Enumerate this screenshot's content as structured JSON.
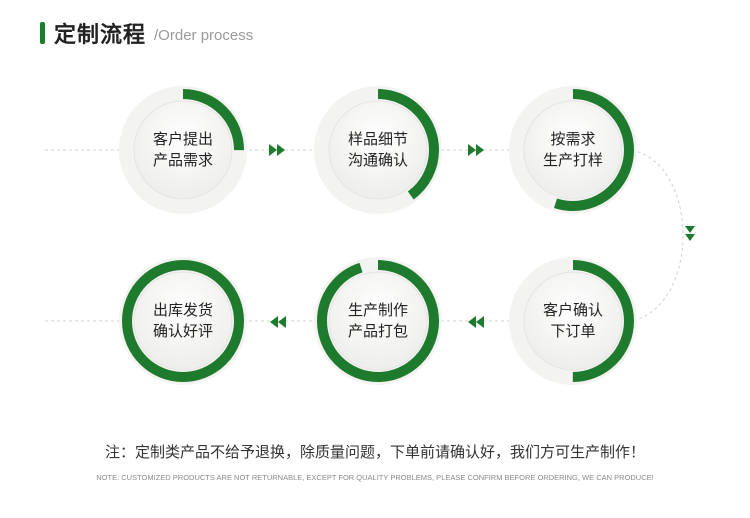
{
  "header": {
    "title": "定制流程",
    "subtitle": "/Order process"
  },
  "colors": {
    "accent": "#1e7a2d",
    "ring_track": "#f3f3f1",
    "dashed_line": "#d0d0d0"
  },
  "steps": [
    {
      "line1": "客户提出",
      "line2": "产品需求",
      "progress": 0.25
    },
    {
      "line1": "样品细节",
      "line2": "沟通确认",
      "progress": 0.4
    },
    {
      "line1": "按需求",
      "line2": "生产打样",
      "progress": 0.55
    },
    {
      "line1": "客户确认",
      "line2": "下订单",
      "progress": 0.5
    },
    {
      "line1": "生产制作",
      "line2": "产品打包",
      "progress": 0.95
    },
    {
      "line1": "出库发货",
      "line2": "确认好评",
      "progress": 1.0
    }
  ],
  "note": {
    "cn": "注：定制类产品不给予退换，除质量问题，下单前请确认好，我们方可生产制作！",
    "en": "NOTE: CUSTOMIZED PRODUCTS ARE NOT RETURNABLE, EXCEPT FOR QUALITY PROBLEMS, PLEASE CONFIRM BEFORE ORDERING, WE CAN PRODUCE!"
  }
}
